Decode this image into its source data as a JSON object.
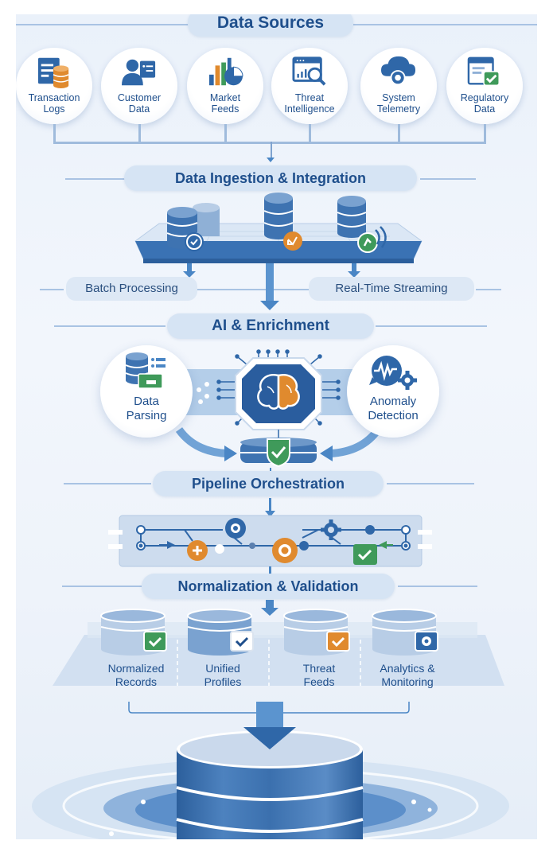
{
  "sections": {
    "data_sources": {
      "title": "Data Sources",
      "items": [
        {
          "label_line1": "Transaction",
          "label_line2": "Logs",
          "icon": "document-database-icon"
        },
        {
          "label_line1": "Customer",
          "label_line2": "Data",
          "icon": "user-profile-icon"
        },
        {
          "label_line1": "Market",
          "label_line2": "Feeds",
          "icon": "bar-pie-chart-icon"
        },
        {
          "label_line1": "Threat",
          "label_line2": "Intelligence",
          "icon": "browser-magnifier-icon"
        },
        {
          "label_line1": "System",
          "label_line2": "Telemetry",
          "icon": "cloud-gear-icon"
        },
        {
          "label_line1": "Regulatory",
          "label_line2": "Data",
          "icon": "document-check-icon"
        }
      ]
    },
    "ingestion": {
      "title": "Data Ingestion & Integration",
      "branches": [
        "Batch Processing",
        "Real-Time Streaming"
      ]
    },
    "ai": {
      "title": "AI & Enrichment",
      "left": {
        "line1": "Data",
        "line2": "Parsing"
      },
      "right": {
        "line1": "Anomaly",
        "line2": "Detection"
      }
    },
    "orchestration": {
      "title": "Pipeline Orchestration"
    },
    "normalization": {
      "title": "Normalization & Validation",
      "outputs": [
        {
          "line1": "Normalized",
          "line2": "Records",
          "badge": "green-check-icon"
        },
        {
          "line1": "Unified",
          "line2": "Profiles",
          "badge": "white-check-icon"
        },
        {
          "line1": "Threat",
          "line2": "Feeds",
          "badge": "orange-check-icon"
        },
        {
          "line1": "Analytics &",
          "line2": "Monitoring",
          "badge": "gear-icon"
        }
      ]
    }
  },
  "colors": {
    "primary_blue": "#2f67a8",
    "dark_blue": "#1f4f8c",
    "orange": "#e08a2e",
    "green": "#3f9a5a",
    "pill": "#d6e4f4"
  }
}
